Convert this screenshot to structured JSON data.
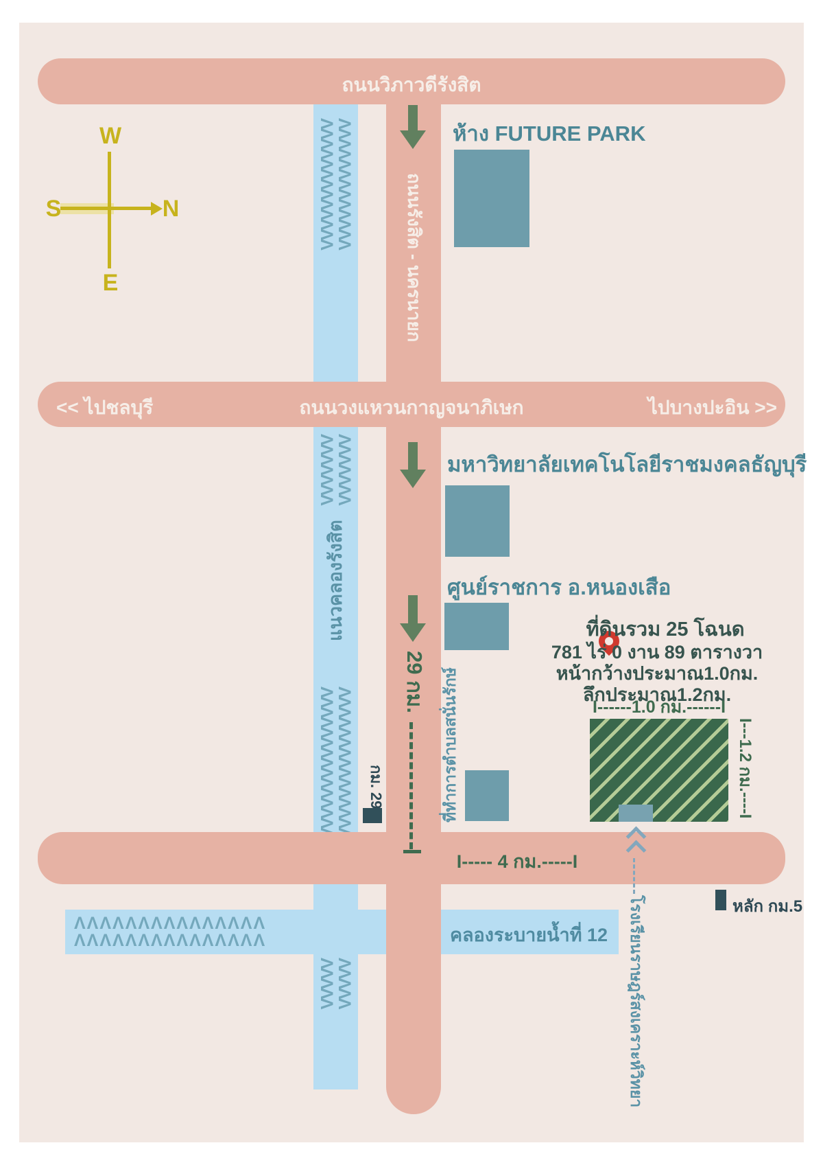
{
  "compass": {
    "west": "W",
    "south": "S",
    "north": "N",
    "east": "E"
  },
  "roads": {
    "vibhavadi": "ถนนวิภาวดีรังสิต",
    "rangsit_nakhonnayok": "ถนนรังสิต - นครนายก",
    "kanchanaphisek": "ถนนวงแหวนกาญจนาภิเษก",
    "to_chonburi": "<< ไปชลบุรี",
    "to_bang_pa_in": "ไปบางปะอิน >>"
  },
  "waterways": {
    "rangsit_canal": "แนวคลองรังสิต",
    "drainage_canal_12": "คลองระบายน้ำที่ 12"
  },
  "places": {
    "future_park": "ห้าง FUTURE PARK",
    "university": "มหาวิทยาลัยเทคโนโลยีราชมงคลธัญบุรี",
    "gov_center": "ศูนย์ราชการ อ.หนองเสือ",
    "subdistrict_office": "ที่ทำการตำบลสนั่นรักษ์",
    "school": "โรงเรียนราษฎร์สงเคราะห์วิทยา"
  },
  "land": {
    "line1": "ที่ดินรวม 25 โฉนด",
    "line2": "781 ไร่ 0 งาน 89 ตารางวา",
    "line3": "หน้ากว้างประมาณ1.0กม.",
    "line4": "ลึกประมาณ1.2กม.",
    "width_dim": "I------1.0 กม.------I",
    "depth_dim": "I---1.2 กม.----I"
  },
  "distances": {
    "km29_road": "29 กม.",
    "km4": "I----- 4 กม.-----I",
    "km29_post": "กม. 29",
    "km5_post": "หลัก กม.5"
  },
  "patterns": {
    "zig_v_long": "ΛΛΛΛΛΛΛΛΛΛΛΛΛ",
    "zig_v_short": "ΛΛΛΛΛΛΛ",
    "zig_v_mid": "ΛΛΛΛΛΛΛΛΛΛΛΛΛΛΛ",
    "zig_v_tail": "ΛΛΛΛΛ",
    "zig_h": "ΛΛΛΛΛΛΛΛΛΛΛΛΛΛΛ"
  },
  "colors": {
    "map_background": "#f2e8e3",
    "road_pink": "#e6b2a4",
    "canal_blue": "#b7ddf2",
    "building_teal": "#6e9dab",
    "plot_green": "#3a684c",
    "plot_stripe": "#b5cc97",
    "heading_teal": "#4b8695",
    "label_teal": "#5a92a6",
    "dark_green": "#3f6b4f",
    "dark_slate": "#2f4a55",
    "pin_red": "#d0392e",
    "arrow_green": "#61805f",
    "compass_yellow": "#c7b31d",
    "zigzag_blue": "#74a8bc",
    "school_arrow_blue": "#82a7bd"
  }
}
